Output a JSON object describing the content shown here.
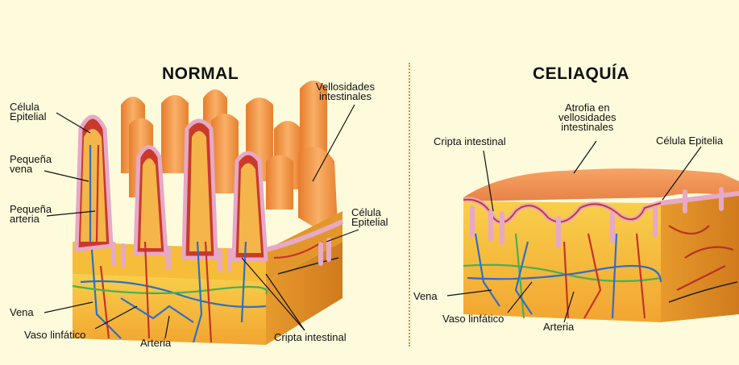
{
  "left_panel": {
    "title": "NORMAL",
    "labels": {
      "celula_epitelial_top": "Célula\nEpitelial",
      "pequena_vena": "Pequeña\nvena",
      "pequena_arteria": "Pequeña\narteria",
      "vellosidades": "Vellosidades\nintestinales",
      "celula_epitelial_right": "Célula\nEpitelial",
      "vena": "Vena",
      "vaso_linfatico": "Vaso linfático",
      "arteria": "Arteria",
      "cripta_intestinal": "Cripta intestinal"
    }
  },
  "right_panel": {
    "title": "CELIAQUÍA",
    "labels": {
      "atrofia": "Atrofia en\nvellosidades\nintestinales",
      "cripta_intestinal": "Cripta intestinal",
      "celula_epitelial": "Célula Epitelia",
      "vena": "Vena",
      "vaso_linfatico": "Vaso linfático",
      "arteria": "Arteria"
    }
  },
  "colors": {
    "background": "#fdfbdc",
    "villus": "#f29a4f",
    "tissue": "#f7c23a",
    "epithelium": "#e6a9c6",
    "vein": "#2f6fc4",
    "artery": "#c8322a",
    "lymph": "#4caf50",
    "separator": "#e08a3c"
  }
}
